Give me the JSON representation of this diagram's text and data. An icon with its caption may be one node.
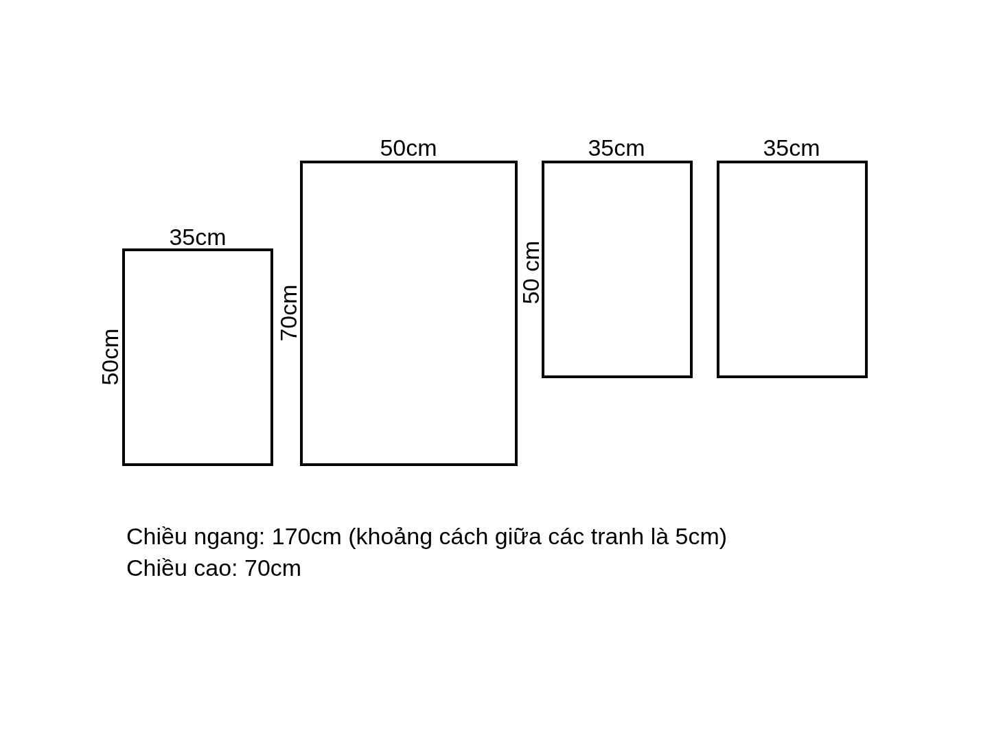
{
  "diagram": {
    "nodes": [
      {
        "text": [],
        "shape": "box",
        "beside": [
          "35cm",
          "50cm"
        ]
      },
      {
        "text": [],
        "shape": "box",
        "beside": [
          "50cm",
          "70cm"
        ]
      },
      {
        "text": [],
        "shape": "box",
        "beside": [
          "35cm",
          "50 cm"
        ]
      },
      {
        "text": [],
        "shape": "box",
        "beside": [
          "35cm"
        ]
      }
    ],
    "labels": [
      "Chiều ngang: 170cm (khoảng cách giữa các tranh là 5cm)",
      "Chiều cao: 70cm"
    ]
  }
}
